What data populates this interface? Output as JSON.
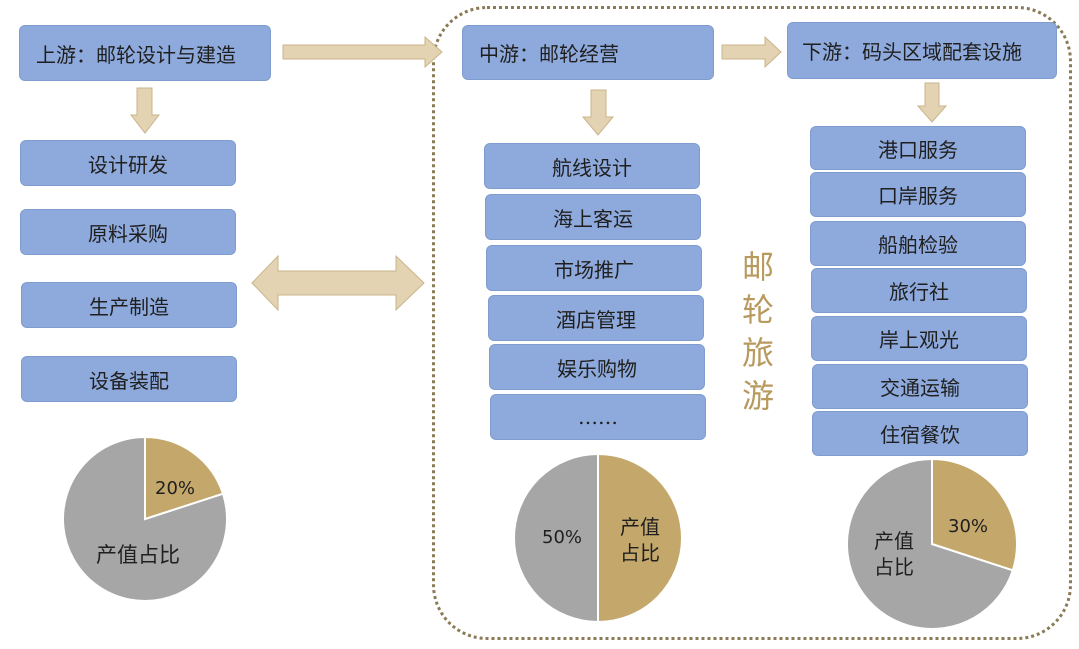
{
  "colors": {
    "box": "#8ea9db",
    "arrow": "#e3d3b3",
    "gold": "#c4a86b",
    "gray": "#a6a6a6"
  },
  "upstream": {
    "title": "上游：邮轮设计与建造",
    "items": [
      "设计研发",
      "原料采购",
      "生产制造",
      "设备装配"
    ],
    "pie": {
      "highlight_label": "20%",
      "highlight_value": 20,
      "rest_label": "产值占比"
    }
  },
  "midstream": {
    "title": "中游：邮轮经营",
    "items": [
      "航线设计",
      "海上客运",
      "市场推广",
      "酒店管理",
      "娱乐购物",
      "……"
    ],
    "pie": {
      "highlight_label": "产值占比",
      "highlight_value": 50,
      "rest_label": "50%"
    }
  },
  "downstream": {
    "title": "下游：码头区域配套设施",
    "items": [
      "港口服务",
      "口岸服务",
      "船舶检验",
      "旅行社",
      "岸上观光",
      "交通运输",
      "住宿餐饮"
    ],
    "pie": {
      "highlight_label": "30%",
      "highlight_value": 30,
      "rest_label": "产值占比"
    }
  },
  "cruise_tourism_label": [
    "邮",
    "轮",
    "旅",
    "游"
  ]
}
